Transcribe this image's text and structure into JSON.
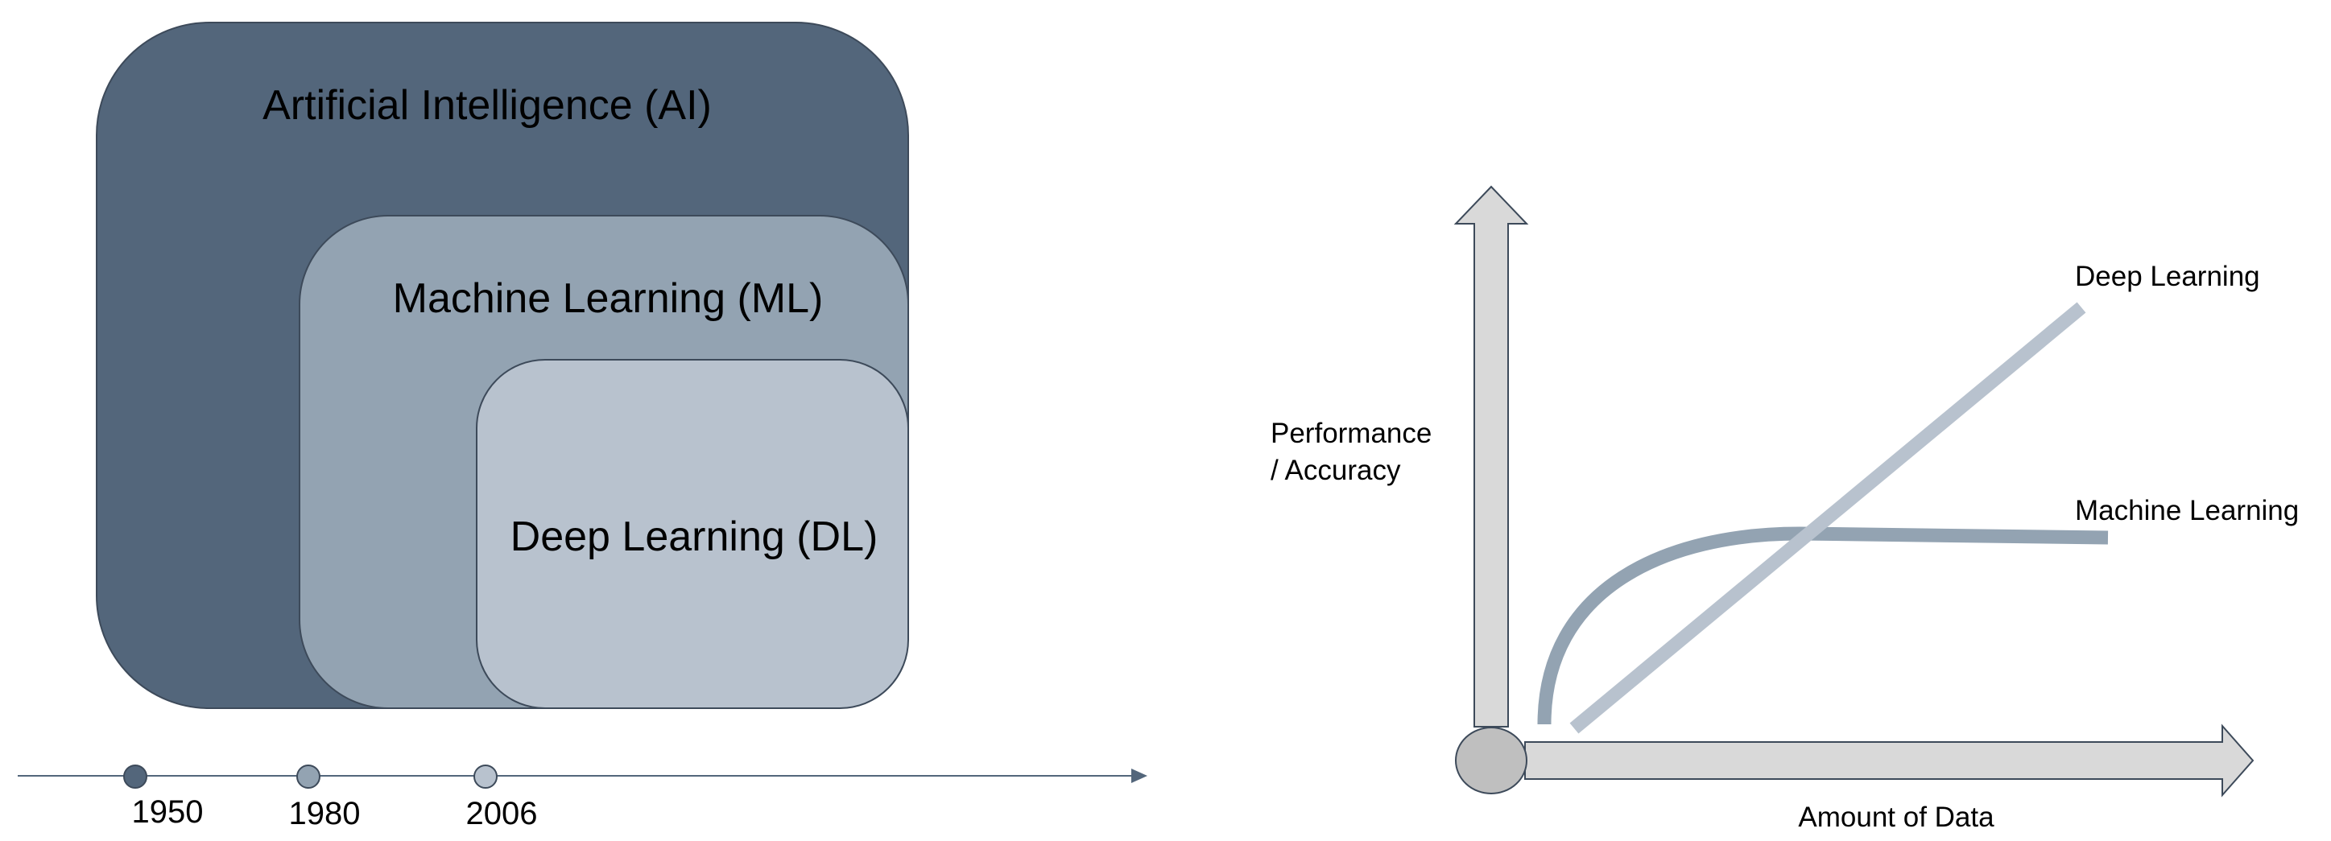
{
  "nested_fields": {
    "ai": {
      "label": "Artificial Intelligence (AI)",
      "color": "#53667B"
    },
    "ml": {
      "label": "Machine Learning (ML)",
      "color": "#93A3B2"
    },
    "dl": {
      "label": "Deep Learning (DL)",
      "color": "#B8C2CE"
    },
    "outline_color": "#3D4A5A"
  },
  "timeline": {
    "line_color": "#53667B",
    "milestones": [
      {
        "year": "1950",
        "color": "#53667B"
      },
      {
        "year": "1980",
        "color": "#93A3B2"
      },
      {
        "year": "2006",
        "color": "#B8C2CE"
      }
    ]
  },
  "performance_chart": {
    "y_axis_label_line1": "Performance",
    "y_axis_label_line2": "/ Accuracy",
    "x_axis_label": "Amount of Data",
    "axis_fill": "#D9D9D9",
    "axis_stroke": "#3D4A5A",
    "series": [
      {
        "name": "Deep Learning",
        "color": "#B8C2CE"
      },
      {
        "name": "Machine Learning",
        "color": "#93A3B2"
      }
    ]
  }
}
